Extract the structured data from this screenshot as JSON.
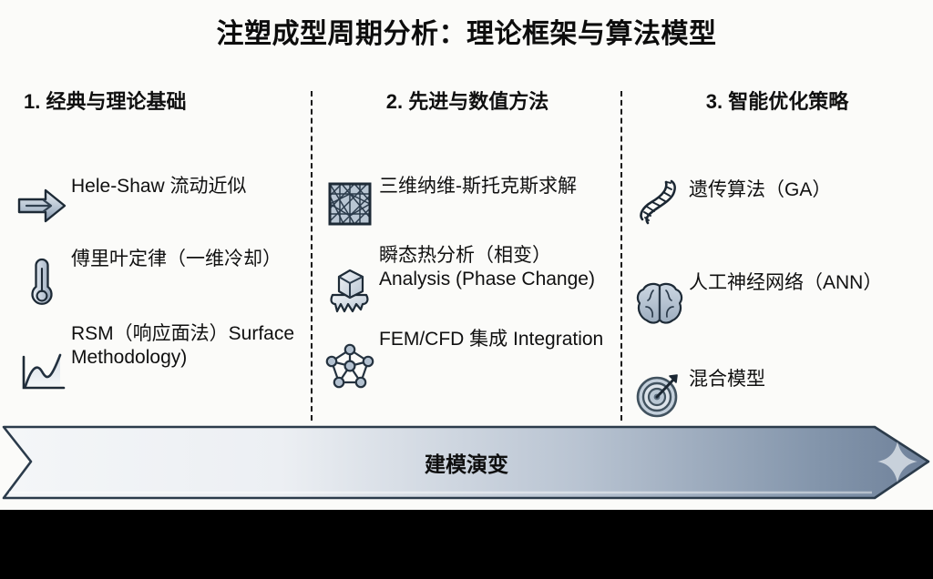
{
  "title": "注塑成型周期分析：理论框架与算法模型",
  "colors": {
    "background": "#fbfbf9",
    "text": "#101010",
    "icon_stroke": "#1d2a36",
    "icon_fill_light": "#d8dfe6",
    "icon_fill_mid": "#aebccb",
    "banner_light": "#eef1f4",
    "banner_dark": "#6f819a",
    "divider": "#151515",
    "bottom_bar": "#000000"
  },
  "columns": [
    {
      "heading": "1. 经典与理论基础",
      "items": [
        {
          "icon": "right-arrow-icon",
          "label": "Hele-Shaw 流动近似"
        },
        {
          "icon": "thermometer-icon",
          "label": "傅里叶定律（一维冷却）"
        },
        {
          "icon": "line-chart-icon",
          "label": "RSM（响应面法）Surface Methodology)"
        }
      ]
    },
    {
      "heading": "2. 先进与数值方法",
      "items": [
        {
          "icon": "mesh-grid-icon",
          "label": "三维纳维-斯托克斯求解"
        },
        {
          "icon": "melting-cube-icon",
          "label": "瞬态热分析（相变）Analysis (Phase Change)"
        },
        {
          "icon": "network-nodes-icon",
          "label": "FEM/CFD 集成 Integration"
        }
      ]
    },
    {
      "heading": "3. 智能优化策略",
      "items": [
        {
          "icon": "dna-helix-icon",
          "label": "遗传算法（GA）"
        },
        {
          "icon": "brain-icon",
          "label": "人工神经网络（ANN）"
        },
        {
          "icon": "target-icon",
          "label": "混合模型"
        }
      ]
    }
  ],
  "banner": {
    "label": "建模演变"
  }
}
